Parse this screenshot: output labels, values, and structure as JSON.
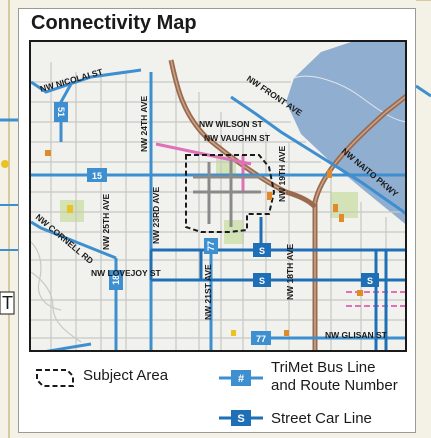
{
  "title": "Connectivity Map",
  "streets": {
    "nicolai": "NW NICOLAI ST",
    "front": "NW FRONT AVE",
    "wilson": "NW WILSON ST",
    "vaughn": "NW VAUGHN ST",
    "naito": "NW NAITO PKWY",
    "ave24": "NW 24TH AVE",
    "ave23": "NW 23RD AVE",
    "ave25": "NW 25TH AVE",
    "cornell": "NW CORNELL RD",
    "lovejoy": "NW LOVEJOY ST",
    "ave21": "NW 21ST AVE",
    "ave19": "NW 19TH AVE",
    "ave18": "NW 18TH AVE",
    "glisan": "NW GLISAN ST"
  },
  "routes": {
    "r15": "15",
    "r77a": "77",
    "r77b": "77",
    "r18": "18",
    "r51": "51",
    "s1": "S",
    "s2": "S",
    "s3": "S"
  },
  "legend": {
    "subject_area": "Subject Area",
    "bus_line_1": "TriMet Bus Line",
    "bus_line_2": "and Route Number",
    "bus_badge": "#",
    "street_car": "Street Car Line",
    "street_car_badge": "S"
  },
  "colors": {
    "bus": "#3d8fd0",
    "street_car": "#1f6fb6",
    "highway": "#9b6a4e",
    "river": "#90aed0",
    "park": "#d4e3b6",
    "pink": "#e070b8"
  },
  "edge_fragment": "T"
}
